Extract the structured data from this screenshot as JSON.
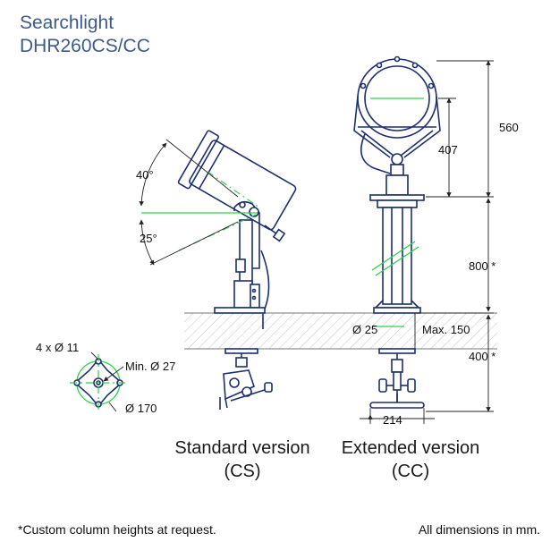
{
  "title": {
    "line1": "Searchlight",
    "line2": "DHR260CS/CC"
  },
  "standard": {
    "name": "Standard version",
    "code": "(CS)"
  },
  "extended": {
    "name": "Extended version",
    "code": "(CC)"
  },
  "dims": {
    "angle_up": "40°",
    "angle_down": "25°",
    "bolts": "4 x Ø 11",
    "min_dia": "Min. Ø 27",
    "flange_dia": "Ø 170",
    "height_head": "560",
    "height_lamp": "407",
    "column": "800 *",
    "below_deck": "400 *",
    "pipe_dia": "Ø 25",
    "deck_max": "Max. 150",
    "handle_width": "214"
  },
  "footnote": "*Custom column heights at request.",
  "units_note": "All dimensions in mm.",
  "colors": {
    "line": "#1c2f6e",
    "title": "#3d5a8a",
    "beam": "#30d050"
  }
}
